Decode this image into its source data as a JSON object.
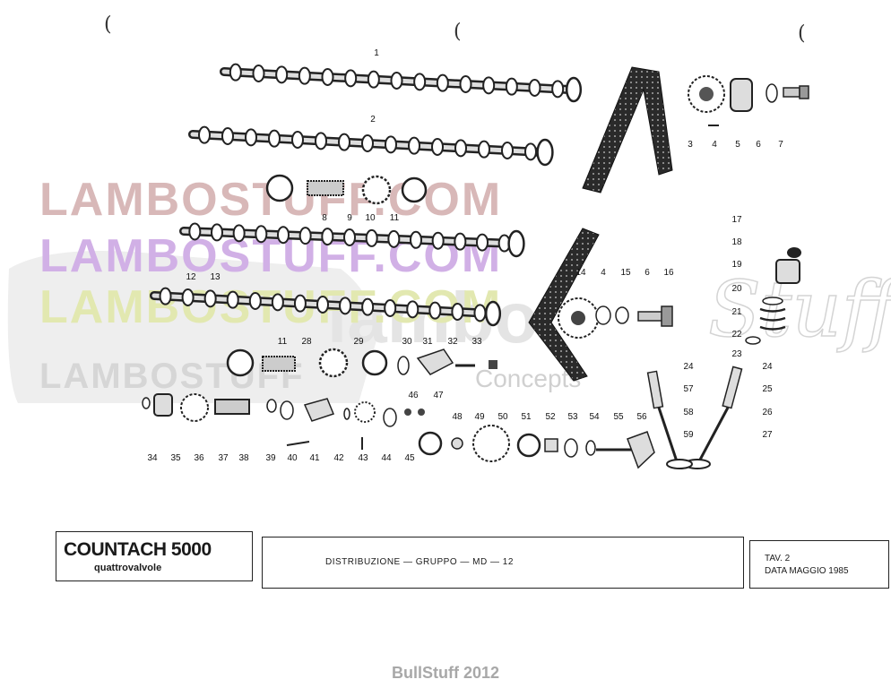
{
  "watermarks": {
    "line1": "LAMBOSTUFF.COM",
    "line2": "LAMBOSTUFF.COM",
    "line3": "LAMBOSTUFF.COM",
    "line4": "LAMBOSTUFF",
    "big": "lambo",
    "script": "Stuff",
    "concepts": "Concepts"
  },
  "callouts": [
    "1",
    "2",
    "3",
    "4",
    "5",
    "6",
    "7",
    "8",
    "9",
    "10",
    "11",
    "12",
    "13",
    "4",
    "14",
    "15",
    "6",
    "16",
    "17",
    "18",
    "19",
    "20",
    "21",
    "22",
    "23",
    "24",
    "24",
    "25",
    "26",
    "27",
    "11",
    "28",
    "29",
    "30",
    "31",
    "32",
    "33",
    "34",
    "35",
    "36",
    "37",
    "38",
    "39",
    "40",
    "41",
    "42",
    "43",
    "44",
    "45",
    "46",
    "47",
    "48",
    "49",
    "50",
    "51",
    "52",
    "53",
    "54",
    "55",
    "56",
    "57",
    "58",
    "59"
  ],
  "title_block": {
    "model_name": "COUNTACH 5000",
    "model_sub": "quattrovalvole",
    "description": "DISTRIBUZIONE — GRUPPO — MD — 12",
    "tav_label": "TAV. 2",
    "date_label": "DATA MAGGIO 1985"
  },
  "footer": "BullStuff 2012"
}
